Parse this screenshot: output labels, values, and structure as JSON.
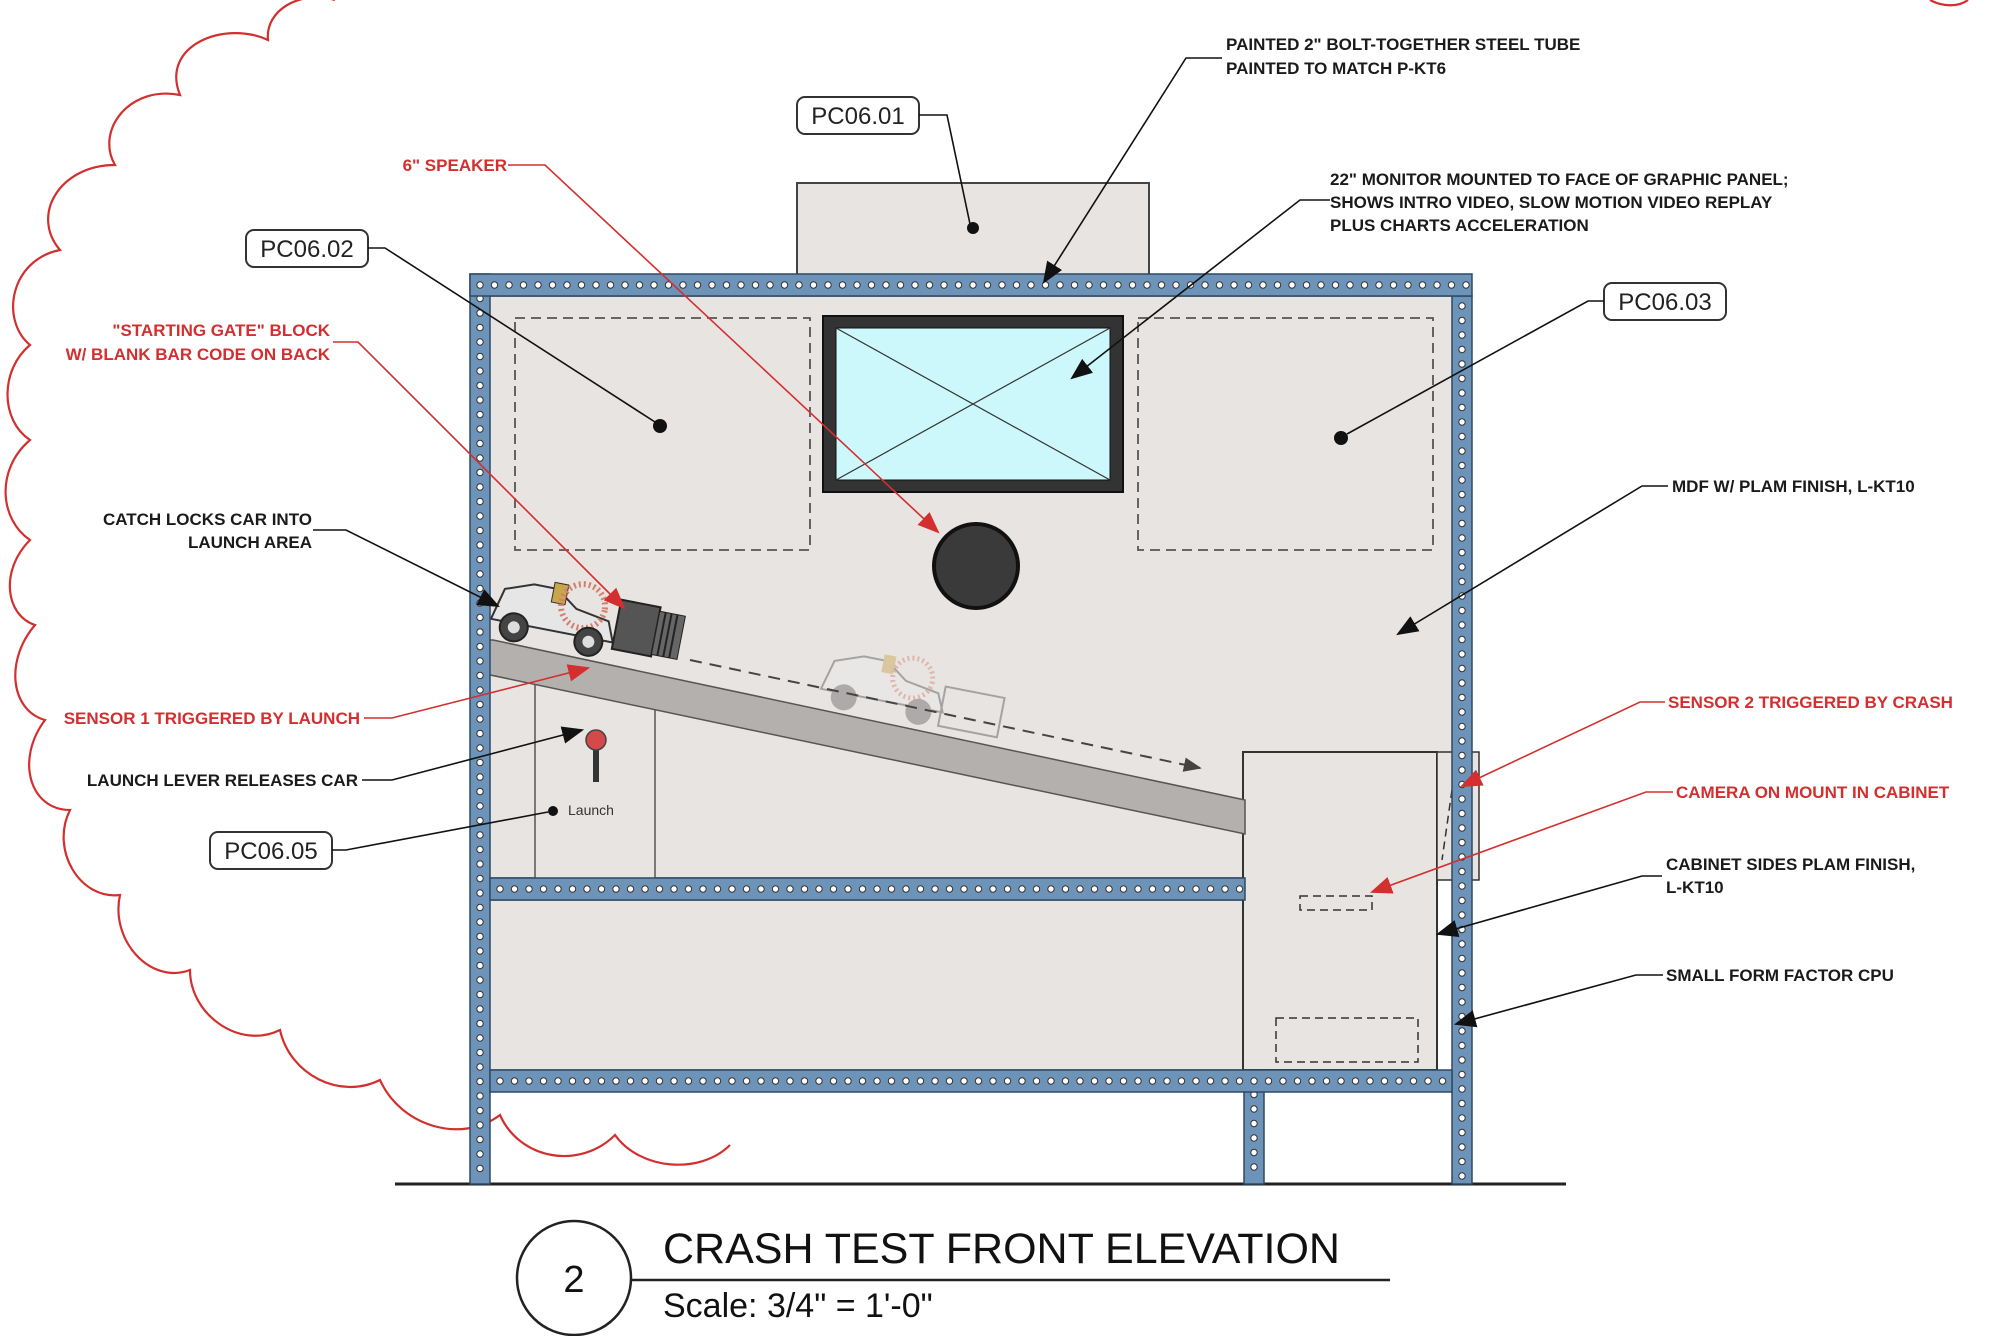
{
  "colors": {
    "cloud": "#d32f2f",
    "red_note": "#d32f2f",
    "black_note": "#1a1a1a",
    "tube": "#6e93b8",
    "panel": "#e8e4e1",
    "monitor": "#ccf8fc"
  },
  "tags": {
    "pc0601": "PC06.01",
    "pc0602": "PC06.02",
    "pc0603": "PC06.03",
    "pc0605": "PC06.05"
  },
  "notes": {
    "tube_1": "PAINTED 2\"  BOLT-TOGETHER STEEL TUBE",
    "tube_2": "PAINTED TO MATCH P-KT6",
    "monitor_1": "22\"  MONITOR MOUNTED TO FACE OF GRAPHIC PANEL;",
    "monitor_2": "SHOWS INTRO VIDEO, SLOW MOTION VIDEO REPLAY",
    "monitor_3": "PLUS CHARTS ACCELERATION",
    "speaker": "6\" SPEAKER",
    "gate_1": "\"STARTING GATE\" BLOCK",
    "gate_2": "W/ BLANK BAR CODE ON BACK",
    "catch_1": "CATCH  LOCKS CAR INTO",
    "catch_2": "LAUNCH AREA",
    "mdf": "MDF W/ PLAM FINISH, L-KT10",
    "sensor1": "SENSOR 1 TRIGGERED BY LAUNCH",
    "sensor2": "SENSOR 2 TRIGGERED BY CRASH",
    "lever": "LAUNCH LEVER RELEASES CAR",
    "camera": "CAMERA ON MOUNT IN CABINET",
    "cab_1": "CABINET SIDES PLAM FINISH,",
    "cab_2": "L-KT10",
    "cpu": "SMALL FORM FACTOR CPU",
    "launch_label": "Launch"
  },
  "title": {
    "number": "2",
    "main": "CRASH TEST FRONT ELEVATION",
    "scale": "Scale: 3/4\" = 1'-0\""
  }
}
